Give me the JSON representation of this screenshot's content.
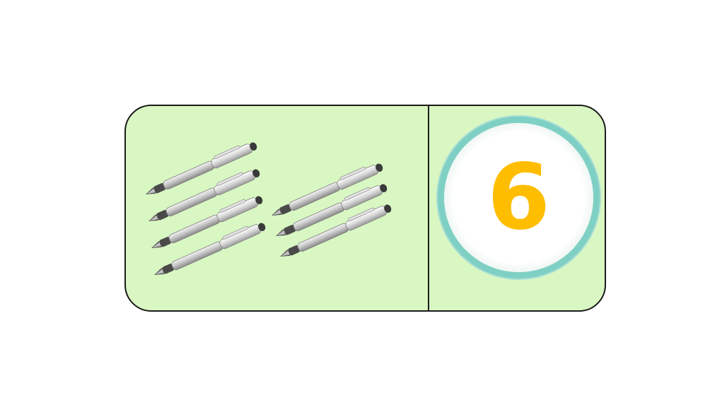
{
  "card": {
    "pen_groups": [
      {
        "count": 4
      },
      {
        "count": 3
      }
    ],
    "number": "6"
  },
  "colors": {
    "panel_background": "#d9f7c2",
    "border": "#1a1a1a",
    "digit": "#ffbd00",
    "ring": "#7fd0c4",
    "pen_body": "#c8c8c8"
  },
  "icons": {
    "pen": "fountain-pen-icon"
  }
}
